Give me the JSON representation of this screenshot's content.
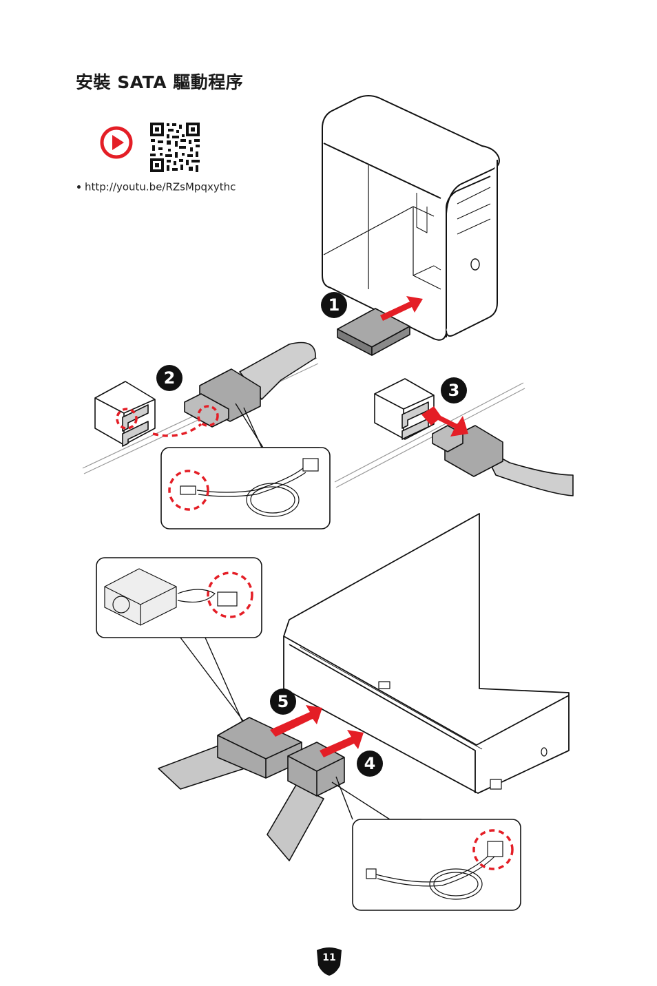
{
  "header": {
    "title": "安裝 SATA 驅動程序"
  },
  "video": {
    "url": "http://youtu.be/RZsMpqxythc"
  },
  "steps": [
    "1",
    "2",
    "3",
    "4",
    "5"
  ],
  "footer": {
    "page_number": "11"
  },
  "colors": {
    "accent_red": "#e41e26",
    "dark": "#1a1a1a",
    "panel_gray": "#d4d4d4"
  }
}
